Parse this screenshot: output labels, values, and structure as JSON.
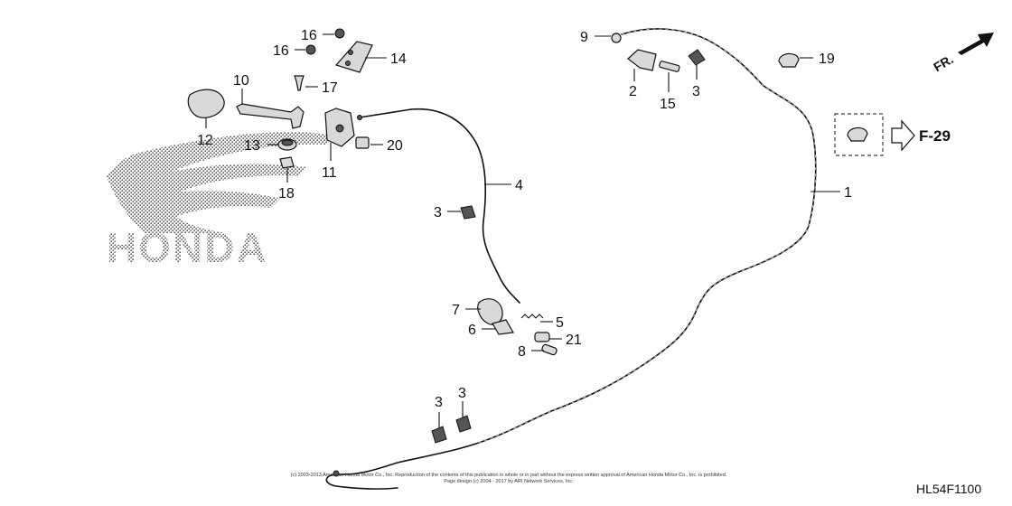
{
  "diagram": {
    "logo_text": "HONDA",
    "diagram_code": "HL54F1100",
    "front_indicator": "FR.",
    "reference_page": "F-29",
    "copyright_line1": "(c) 2003-2013 American Honda Motor Co., Inc. Reproduction of the contents of this publication in whole or in part without the express written approval of American Honda Motor Co., Inc. is prohibited.",
    "copyright_line2": "Page design (c) 2004 - 2017 by ARI Network Services, Inc.",
    "callouts": {
      "c1": "1",
      "c2": "2",
      "c3a": "3",
      "c3b": "3",
      "c3c": "3",
      "c3d": "3",
      "c4": "4",
      "c5": "5",
      "c6": "6",
      "c7": "7",
      "c8": "8",
      "c9": "9",
      "c10": "10",
      "c11": "11",
      "c12": "12",
      "c13": "13",
      "c14": "14",
      "c15": "15",
      "c16a": "16",
      "c16b": "16",
      "c17": "17",
      "c18": "18",
      "c19": "19",
      "c20": "20",
      "c21": "21"
    }
  }
}
